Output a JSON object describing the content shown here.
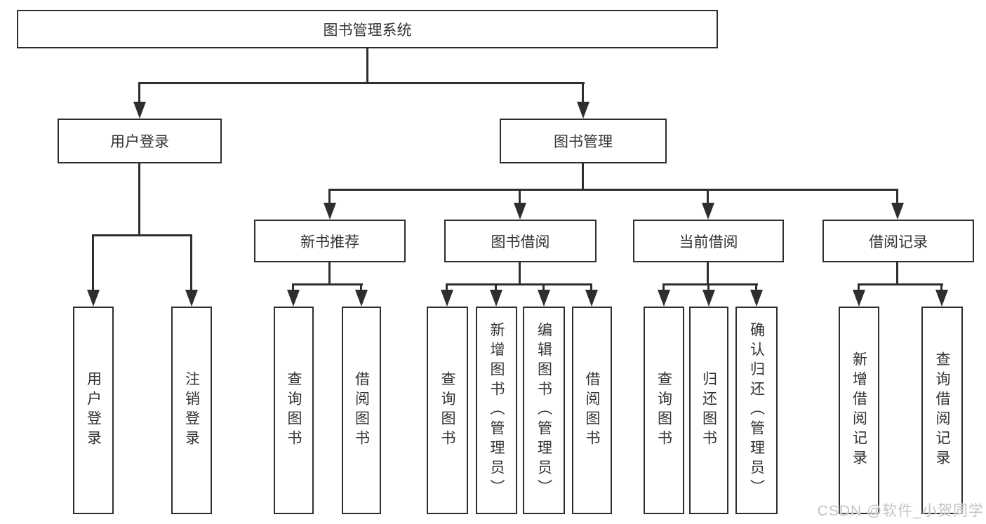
{
  "diagram": {
    "root": {
      "label": "图书管理系统"
    },
    "branches": [
      {
        "label": "用户登录",
        "children": [
          {
            "label": "用户登录"
          },
          {
            "label": "注销登录"
          }
        ]
      },
      {
        "label": "图书管理",
        "children": [
          {
            "label": "新书推荐",
            "children": [
              {
                "label": "查询图书"
              },
              {
                "label": "借阅图书"
              }
            ]
          },
          {
            "label": "图书借阅",
            "children": [
              {
                "label": "查询图书"
              },
              {
                "label": "新增图书（管理员）"
              },
              {
                "label": "编辑图书（管理员）"
              },
              {
                "label": "借阅图书"
              }
            ]
          },
          {
            "label": "当前借阅",
            "children": [
              {
                "label": "查询图书"
              },
              {
                "label": "归还图书"
              },
              {
                "label": "确认归还（管理员）"
              }
            ]
          },
          {
            "label": "借阅记录",
            "children": [
              {
                "label": "新增借阅记录"
              },
              {
                "label": "查询借阅记录"
              }
            ]
          }
        ]
      }
    ]
  },
  "watermark": {
    "text": "CSDN @软件_小贺同学"
  },
  "colors": {
    "line": "#2e2e2e",
    "text": "#333333",
    "background": "#ffffff",
    "watermark": "#c4c4c4"
  }
}
